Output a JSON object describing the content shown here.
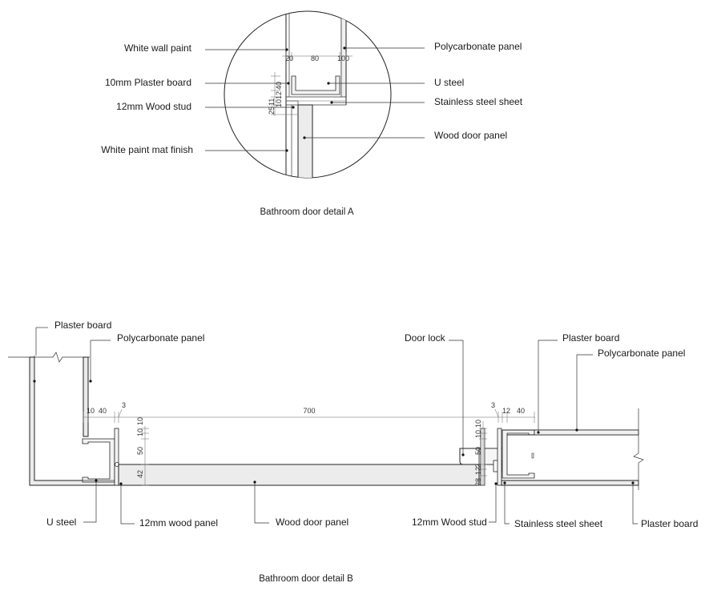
{
  "detail_a": {
    "caption": "Bathroom door detail A",
    "labels": {
      "white_wall_paint": "White wall paint",
      "plaster_board": "10mm Plaster board",
      "wood_stud": "12mm Wood stud",
      "white_paint_mat": "White paint mat finish",
      "polycarbonate": "Polycarbonate panel",
      "u_steel": "U steel",
      "stainless": "Stainless steel sheet",
      "door_panel": "Wood door panel"
    },
    "dims_top": [
      "20",
      "80",
      "100"
    ],
    "dims_side": [
      "40",
      "12",
      "10",
      "11",
      "25"
    ]
  },
  "detail_b": {
    "caption": "Bathroom door detail B",
    "labels": {
      "plaster_tl": "Plaster board",
      "poly_tl": "Polycarbonate panel",
      "door_lock": "Door lock",
      "plaster_tr": "Plaster board",
      "poly_tr": "Polycarbonate panel",
      "u_steel": "U steel",
      "wood_panel": "12mm wood panel",
      "door_panel": "Wood door panel",
      "wood_stud": "12mm Wood stud",
      "stainless": "Stainless steel sheet",
      "plaster_br": "Plaster board"
    },
    "dims_left": [
      "10",
      "40",
      "3"
    ],
    "dims_span": "700",
    "dims_right": [
      "3",
      "12",
      "40"
    ],
    "dims_vert_left": [
      "10",
      "10",
      "50",
      "42"
    ],
    "dims_vert_right": [
      "10",
      "10",
      "50",
      "2",
      "12",
      "28"
    ]
  }
}
